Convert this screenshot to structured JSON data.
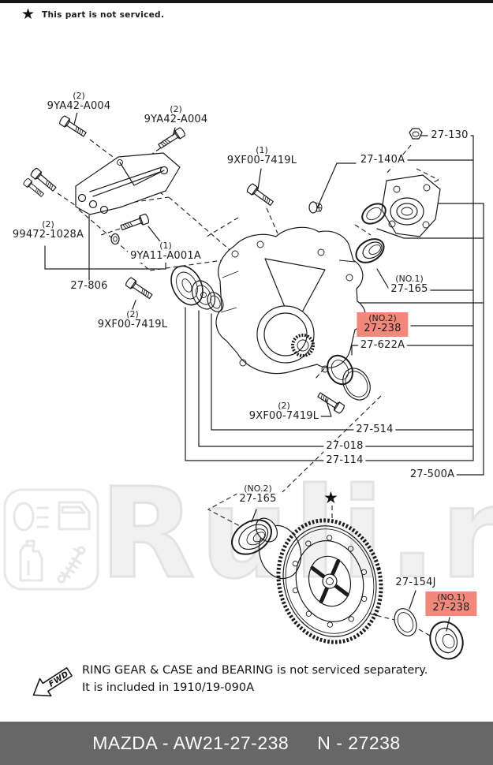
{
  "glyphs": {
    "star": "★"
  },
  "colors": {
    "highlight": "#f2887b",
    "footer_bg": "#676767",
    "line": "#1b1b1b",
    "watermark": "#e3e3e3"
  },
  "top_note": {
    "text": "This part is not serviced."
  },
  "watermark": {
    "text": "Ruli.ru"
  },
  "bottom_note": {
    "fwd": "FWD",
    "line1": "RING GEAR & CASE and BEARING is not serviced separatery.",
    "line2": "It is included in 1910/19-090A"
  },
  "footer": {
    "left": "MAZDA - AW21-27-238",
    "right": "N - 27238"
  },
  "labels": [
    {
      "qty": "(2)",
      "pn": "9YA42-A004"
    },
    {
      "qty": "(2)",
      "pn": "9YA42-A004"
    },
    {
      "qty": "(1)",
      "pn": "9XF00-7419L"
    },
    {
      "pn": "27-140A"
    },
    {
      "pn": "27-130"
    },
    {
      "qty": "(2)",
      "pn": "99472-1028A"
    },
    {
      "qty": "(1)",
      "pn": "9YA11-A001A"
    },
    {
      "pn": "27-806"
    },
    {
      "qty": "(2)",
      "pn": "9XF00-7419L"
    },
    {
      "no": "(NO.1)",
      "pn": "27-165"
    },
    {
      "no": "(NO.2)",
      "pn": "27-238",
      "highlighted": true
    },
    {
      "pn": "27-622A"
    },
    {
      "qty": "(2)",
      "pn": "9XF00-7419L"
    },
    {
      "pn": "27-514"
    },
    {
      "pn": "27-018"
    },
    {
      "pn": "27-114"
    },
    {
      "pn": "27-500A"
    },
    {
      "no": "(NO.2)",
      "pn": "27-165"
    },
    {
      "pn": "27-154J"
    },
    {
      "no": "(NO.1)",
      "pn": "27-238",
      "highlighted": true
    }
  ]
}
